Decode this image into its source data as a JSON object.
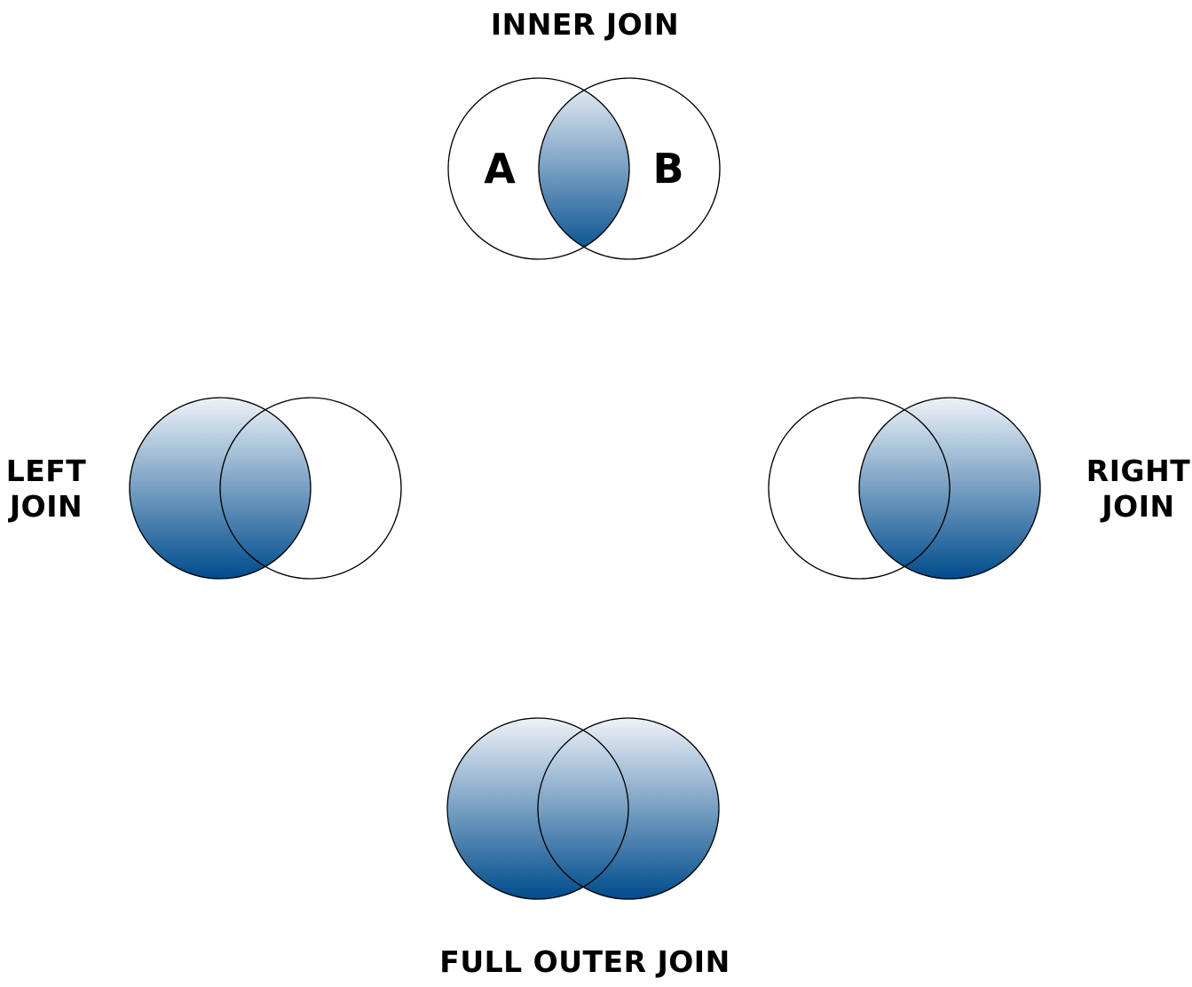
{
  "titles": {
    "inner": "INNER JOIN",
    "left_line1": "LEFT",
    "left_line2": "JOIN",
    "right_line1": "RIGHT",
    "right_line2": "JOIN",
    "full": "FULL OUTER JOIN"
  },
  "sets": {
    "a": "A",
    "b": "B"
  },
  "colors": {
    "fill_top": "#eef2f8",
    "fill_bottom": "#004c8c",
    "stroke": "#000000"
  },
  "diagrams": [
    {
      "id": "inner-join",
      "shaded": [
        "intersection"
      ]
    },
    {
      "id": "left-join",
      "shaded": [
        "A",
        "intersection"
      ]
    },
    {
      "id": "right-join",
      "shaded": [
        "B",
        "intersection"
      ]
    },
    {
      "id": "full-outer-join",
      "shaded": [
        "A",
        "B",
        "intersection"
      ]
    }
  ]
}
